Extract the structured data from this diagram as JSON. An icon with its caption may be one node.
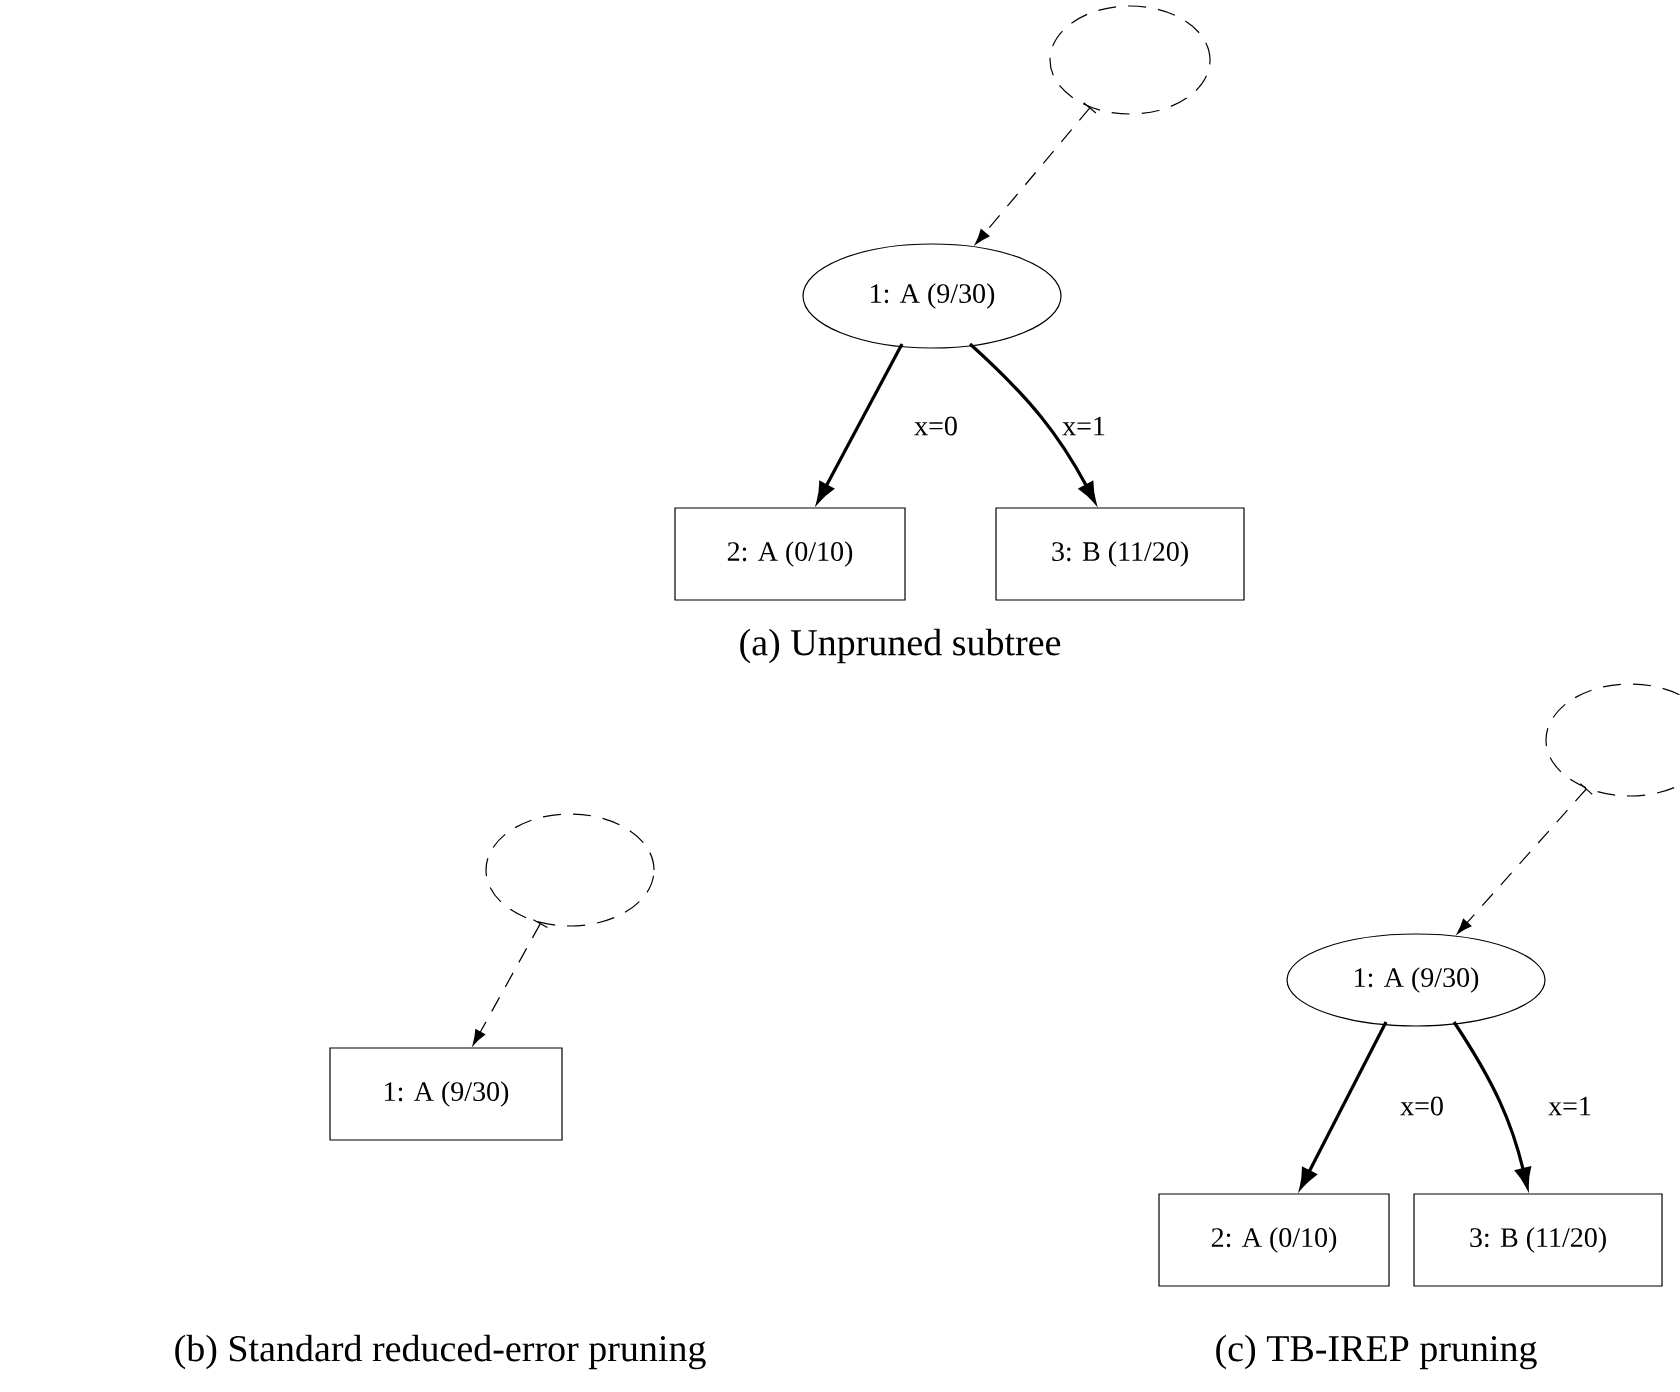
{
  "diagram": {
    "nodes": [
      {
        "text": [],
        "shape": "ellipse"
      },
      {
        "text": [
          "1: A (9/30)"
        ]
      },
      {
        "text": [
          "2: A (0/10)"
        ]
      },
      {
        "text": [
          "3: B (11/20)"
        ]
      },
      {
        "text": [],
        "shape": "ellipse"
      },
      {
        "text": [
          "1: A (9/30)"
        ]
      },
      {
        "text": [],
        "shape": "ellipse"
      },
      {
        "text": [
          "1: A (9/30)"
        ]
      },
      {
        "text": [
          "2: A (0/10)"
        ]
      },
      {
        "text": [
          "3: B (11/20)"
        ]
      }
    ],
    "edges": [
      {
        "from": 0,
        "to": 1,
        "arrow": "to",
        "style": "dashed"
      },
      {
        "from": 1,
        "to": 2,
        "arrow": "to",
        "label": "x=0"
      },
      {
        "from": 1,
        "to": 3,
        "arrow": "to",
        "label": "x=1"
      },
      {
        "from": 4,
        "to": 5,
        "arrow": "to",
        "style": "dashed"
      },
      {
        "from": 6,
        "to": 7,
        "arrow": "to",
        "style": "dashed"
      },
      {
        "from": 7,
        "to": 8,
        "arrow": "to",
        "label": "x=0"
      },
      {
        "from": 7,
        "to": 9,
        "arrow": "to",
        "label": "x=1"
      }
    ],
    "labels": [
      "(a) Unpruned subtree",
      "(b) Standard reduced-error pruning",
      "(c) TB-IREP pruning"
    ]
  }
}
